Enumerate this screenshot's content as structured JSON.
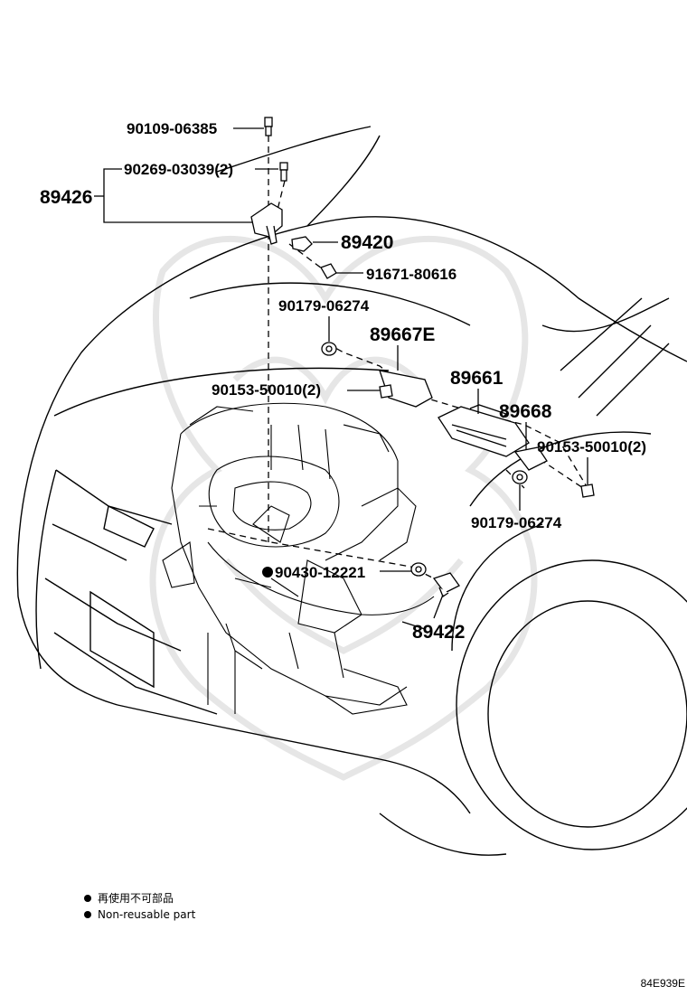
{
  "labels": {
    "p90109": "90109-06385",
    "p90269": "90269-03039(2)",
    "p89426": "89426",
    "p89420": "89420",
    "p91671": "91671-80616",
    "p90179a": "90179-06274",
    "p89667e": "89667E",
    "p90153a": "90153-50010(2)",
    "p89661": "89661",
    "p89668": "89668",
    "p90153b": "90153-50010(2)",
    "p90179b": "90179-06274",
    "p90430": "90430-12221",
    "p89422": "89422"
  },
  "legend": {
    "japanese": "再使用不可部品",
    "english": "Non-reusable part"
  },
  "figure_code": "84E939E",
  "colors": {
    "ink": "#000000",
    "watermark": "#e6e6e6"
  }
}
